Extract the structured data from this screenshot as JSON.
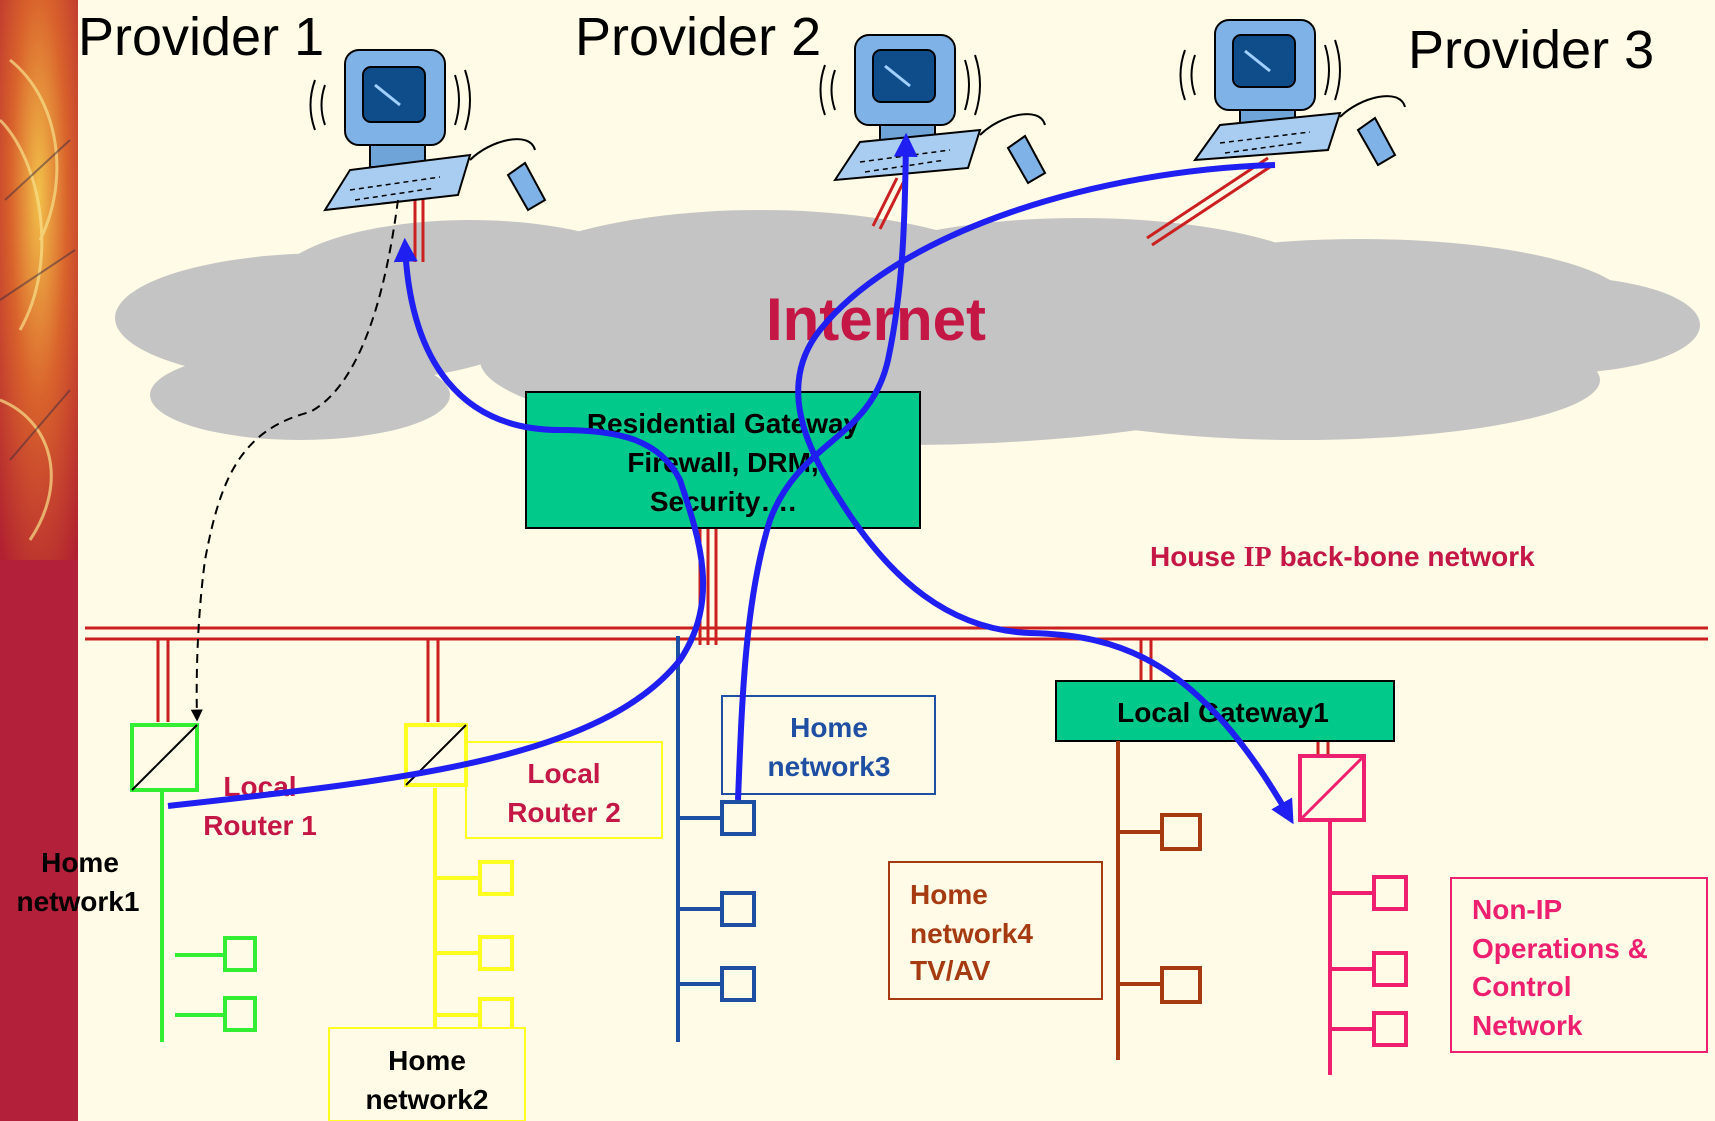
{
  "providers": [
    "Provider 1",
    "Provider 2",
    "Provider 3"
  ],
  "cloud": {
    "label": "Internet"
  },
  "residential_gateway": {
    "lines": [
      "Residential Gateway",
      "Firewall, DRM,",
      "Security…."
    ]
  },
  "backbone": {
    "label": "House IP back-bone network",
    "ip_part": "IP",
    "prefix": "House",
    "suffix": "back-bone network"
  },
  "local_gateway": {
    "label": "Local Gateway1"
  },
  "router1": {
    "lines": [
      "Local",
      "Router 1"
    ]
  },
  "router2": {
    "lines": [
      "Local",
      "Router 2"
    ]
  },
  "network1": {
    "lines": [
      "Home",
      "network1"
    ]
  },
  "network2": {
    "lines": [
      "Home",
      "network2"
    ]
  },
  "network3": {
    "lines": [
      "Home",
      "network3"
    ]
  },
  "network4": {
    "lines": [
      "Home",
      "network4",
      "TV/AV"
    ]
  },
  "nonip": {
    "lines": [
      "Non-IP",
      "Operations &",
      "Control",
      "Network"
    ]
  },
  "colors": {
    "background": "#fffbe6",
    "cloud": "#c4c4c4",
    "gateway_fill": "#00c98a",
    "backbone": "#cc1f1f",
    "flow": "#1f1ff2",
    "net1": "#33ee33",
    "net2": "#ffff22",
    "net3": "#1f4fa3",
    "net4": "#a63a10",
    "nonip": "#ee1f6f",
    "internet_text": "#c41745",
    "label_red": "#c41745"
  }
}
